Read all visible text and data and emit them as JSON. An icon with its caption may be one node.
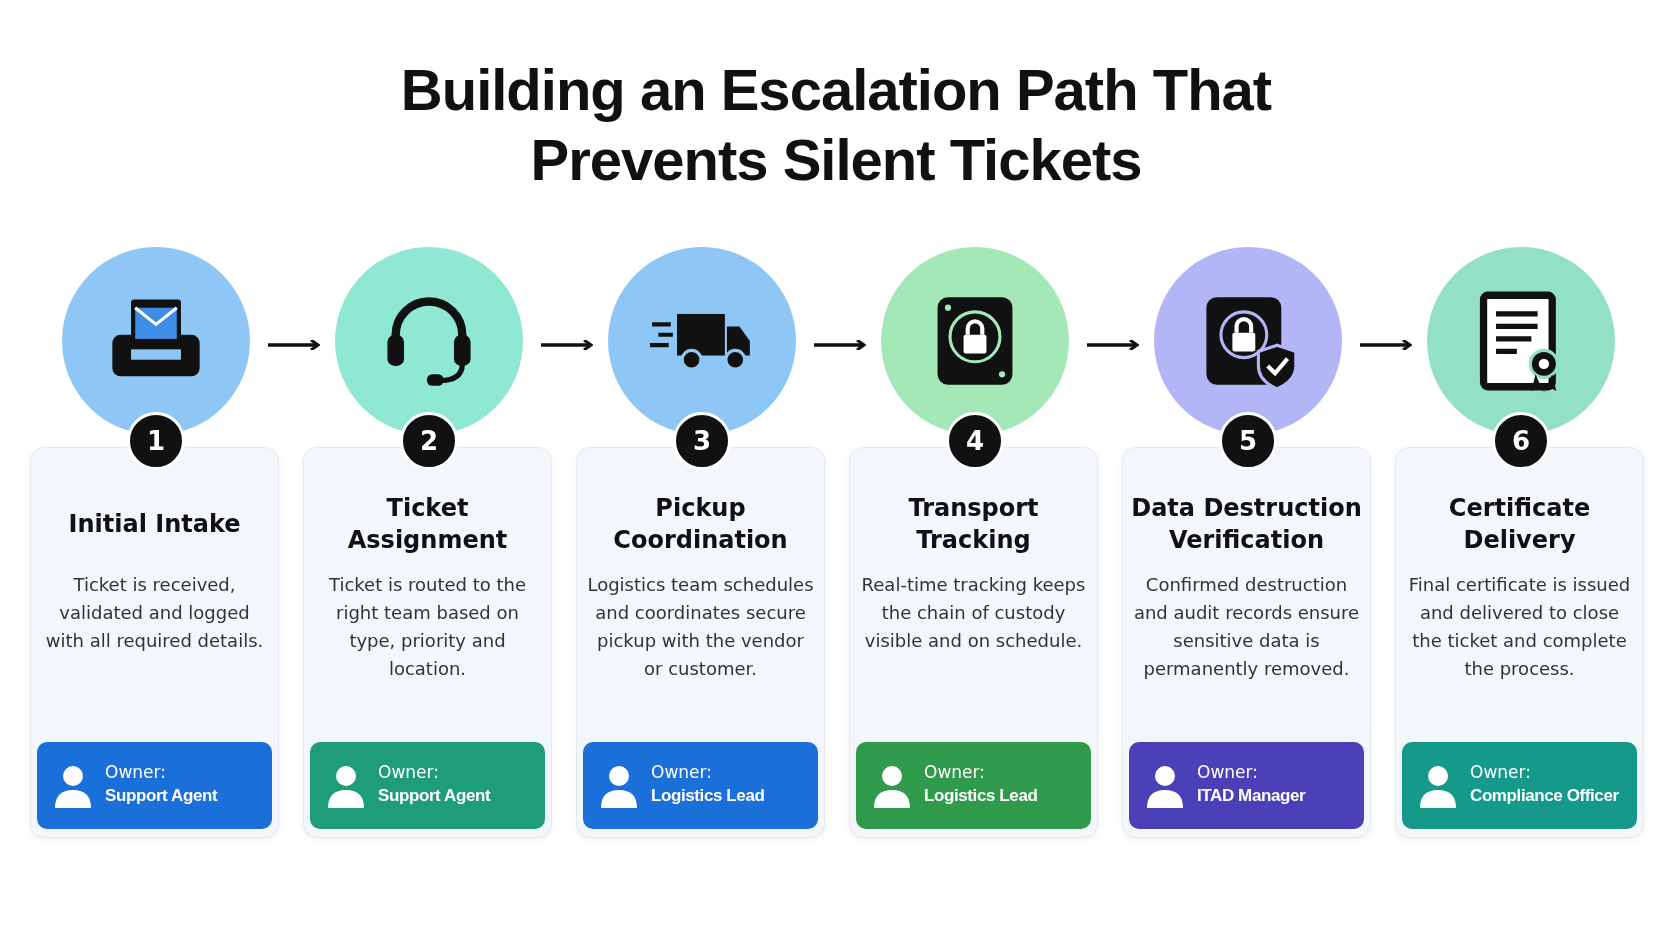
{
  "diagram": {
    "title": "Building an Escalation Path That Prevents Silent Tickets",
    "nodes": [
      {
        "text": [],
        "shape": "circle"
      },
      {
        "text": [
          "1"
        ]
      },
      {
        "text": [
          "Initial Intake",
          "Ticket is received, validated and logged with all required details."
        ]
      },
      {
        "text": [
          "Owner:",
          "Support Agent"
        ],
        "in": 2
      },
      {
        "text": [],
        "shape": "circle"
      },
      {
        "text": [
          "2"
        ]
      },
      {
        "text": [
          "Ticket Assignment",
          "Ticket is routed to the right team based on type, priority and location."
        ]
      },
      {
        "text": [
          "Owner:",
          "Support Agent"
        ],
        "in": 6
      },
      {
        "text": [],
        "shape": "circle"
      },
      {
        "text": [
          "3"
        ]
      },
      {
        "text": [
          "Pickup Coordination",
          "Logistics team schedules and coordinates secure pickup with the vendor or customer."
        ]
      },
      {
        "text": [
          "Owner:",
          "Logistics Lead"
        ],
        "in": 10
      },
      {
        "text": [],
        "shape": "circle"
      },
      {
        "text": [
          "4"
        ]
      },
      {
        "text": [
          "Transport Tracking",
          "Real-time tracking keeps the chain of custody visible and on schedule."
        ]
      },
      {
        "text": [
          "Owner:",
          "Logistics Lead"
        ],
        "in": 14
      },
      {
        "text": [],
        "shape": "circle"
      },
      {
        "text": [
          "5"
        ]
      },
      {
        "text": [
          "Data Destruction Verification",
          "Confirmed destruction and audit records ensure sensitive data is permanently removed."
        ]
      },
      {
        "text": [
          "Owner:",
          "ITAD Manager"
        ],
        "in": 18
      },
      {
        "text": [],
        "shape": "circle"
      },
      {
        "text": [
          "6"
        ]
      },
      {
        "text": [
          "Certificate Delivery",
          "Final certificate is issued and delivered to close the ticket and complete the process."
        ]
      },
      {
        "text": [
          "Owner:",
          "Compliance Officer"
        ],
        "in": 22
      }
    ],
    "edges": [
      {
        "from": 0,
        "to": 4,
        "arrow": "to"
      },
      {
        "from": 4,
        "to": 8,
        "arrow": "to"
      },
      {
        "from": 8,
        "to": 12,
        "arrow": "to"
      },
      {
        "from": 12,
        "to": 16,
        "arrow": "to"
      },
      {
        "from": 16,
        "to": 20,
        "arrow": "to"
      }
    ]
  }
}
